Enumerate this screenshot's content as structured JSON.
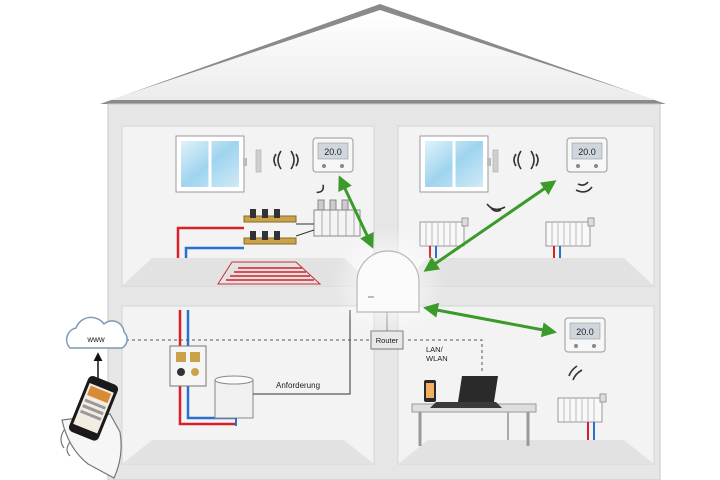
{
  "labels": {
    "cloud": "www",
    "router": "Router",
    "lan_line1": "LAN/",
    "lan_line2": "WLAN",
    "demand": "Anforderung",
    "thermostat_display": "20.0"
  },
  "colors": {
    "wall": "#e6e6e6",
    "room": "#f2f2f2",
    "floor": "#e4e4e4",
    "link_arrow": "#3a9a2a",
    "pipe_hot": "#d8202a",
    "pipe_cold": "#2b6fd0",
    "dashed_line": "#555555"
  },
  "icons": [
    "cloud-icon",
    "smartphone-icon",
    "router-icon",
    "gateway-icon",
    "thermostat-icon",
    "window-icon",
    "radiator-icon",
    "laptop-icon",
    "tablet-icon",
    "boiler-icon",
    "wireless-signal-icon"
  ]
}
